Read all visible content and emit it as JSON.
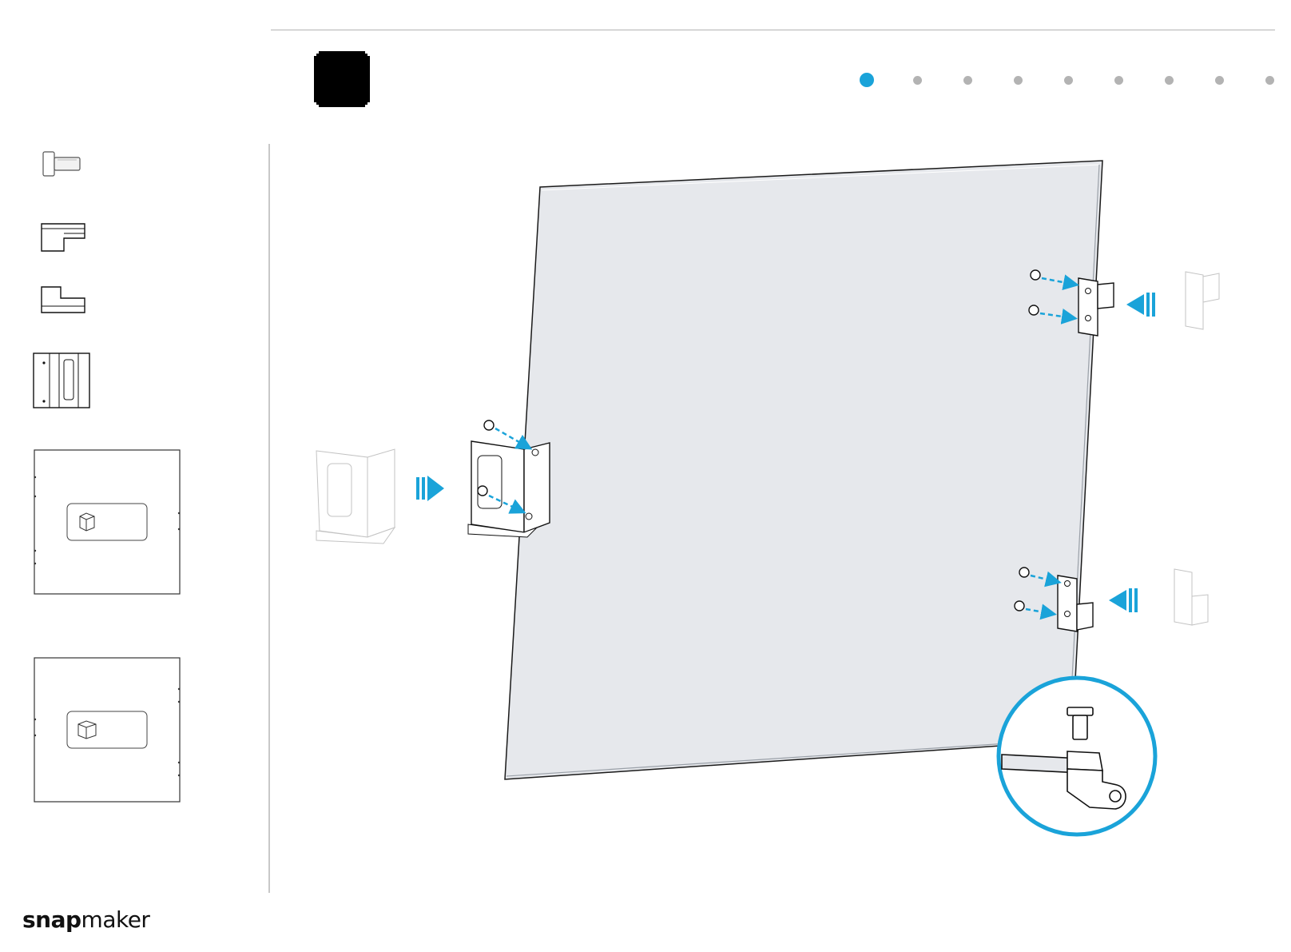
{
  "brand": {
    "part1": "snap",
    "part2": "maker"
  },
  "progress": {
    "total": 9,
    "current": 1
  },
  "colors": {
    "accent": "#1aa3d9",
    "panel": "#e6e8ec",
    "line": "#1a1a1a",
    "inactive_dot": "#b3b3b3"
  },
  "parts_list": [
    {
      "icon": "screw-icon"
    },
    {
      "icon": "bracket-icon"
    },
    {
      "icon": "bracket-icon"
    },
    {
      "icon": "hinge-icon"
    },
    {
      "icon": "panel-icon"
    },
    {
      "icon": "panel-icon"
    }
  ]
}
